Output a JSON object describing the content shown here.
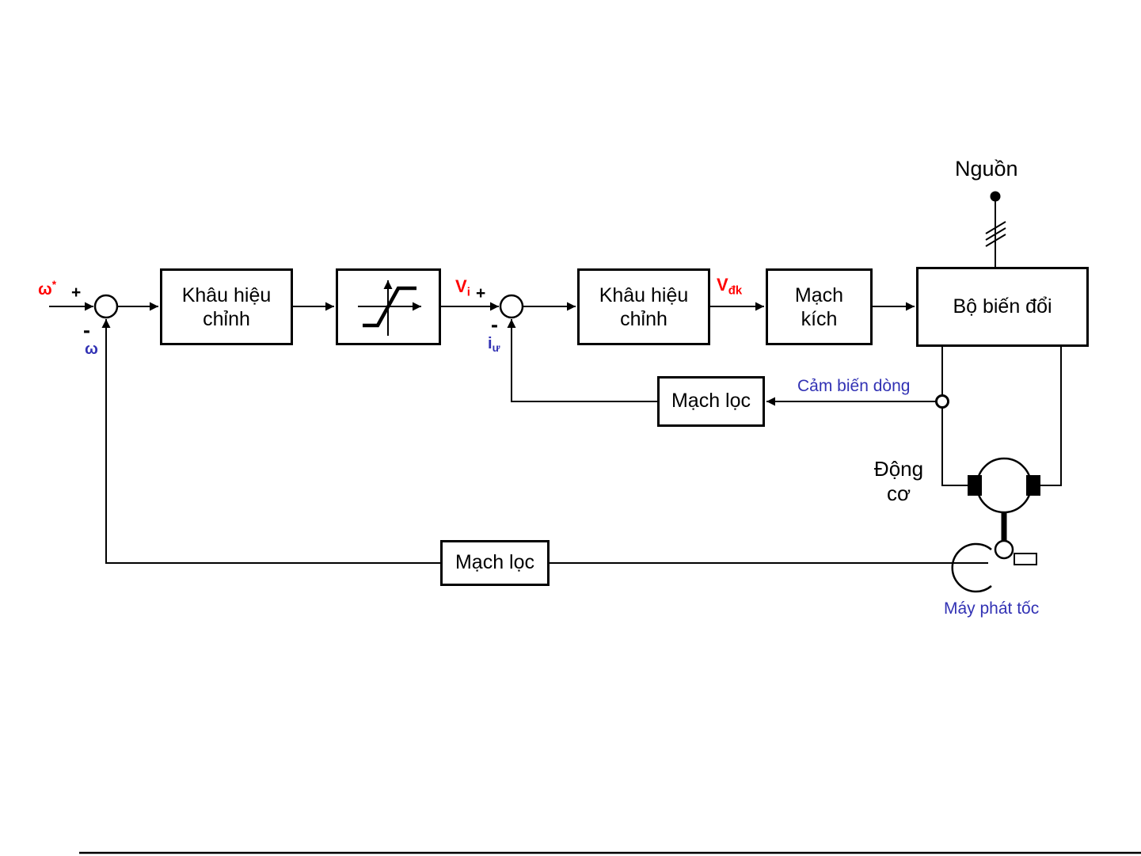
{
  "diagram": {
    "source_label": "Nguồn",
    "blocks": {
      "controller_speed": "Khâu hiệu chỉnh",
      "controller_current": "Khâu hiệu chỉnh",
      "gate_drive": "Mạch kích",
      "converter": "Bộ biến đổi",
      "filter_current": "Mạch lọc",
      "filter_speed": "Mạch lọc"
    },
    "signals": {
      "speed_ref": {
        "main": "ω",
        "sup": "*"
      },
      "speed_feedback": "ω",
      "v_i": {
        "main": "V",
        "sub": "i"
      },
      "current_feedback": {
        "main": "i",
        "sub": "ư"
      },
      "v_dk": {
        "main": "V",
        "sub": "đk"
      }
    },
    "signs": {
      "sum1_plus": "+",
      "sum1_minus": "-",
      "sum2_plus": "+",
      "sum2_minus": "-"
    },
    "labels": {
      "current_sensor": "Cảm biến dòng",
      "motor": "Động cơ",
      "tachometer": "Máy phát tốc"
    },
    "colors": {
      "signal_red": "#ff0000",
      "feedback_blue": "#3232b4",
      "line_black": "#000000"
    }
  }
}
